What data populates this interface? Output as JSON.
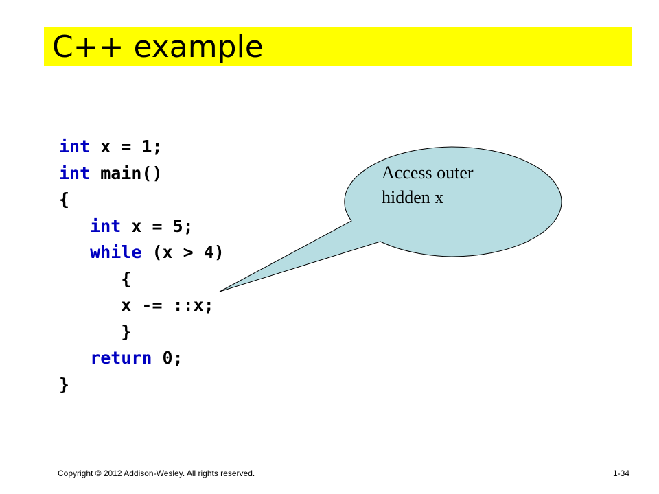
{
  "slide": {
    "title": "C++ example",
    "colors": {
      "title_background": "#ffff00",
      "keyword": "#0000c0",
      "callout_fill": "#b7dde2"
    }
  },
  "code": {
    "lines": [
      {
        "keyword": "int",
        "rest": " x = 1;"
      },
      {
        "keyword": "int",
        "rest": " main()"
      },
      {
        "keyword": "",
        "rest": "{"
      },
      {
        "keyword": "   int",
        "rest": " x = 5;"
      },
      {
        "keyword": "   while",
        "rest": " (x > 4)"
      },
      {
        "keyword": "",
        "rest": "      {"
      },
      {
        "keyword": "",
        "rest": "      x -= ::x;"
      },
      {
        "keyword": "",
        "rest": "      }"
      },
      {
        "keyword": "   return",
        "rest": " 0;"
      },
      {
        "keyword": "",
        "rest": "}"
      }
    ]
  },
  "callout": {
    "lines": [
      "Access outer",
      "hidden x"
    ]
  },
  "footer": {
    "copyright": "Copyright © 2012 Addison-Wesley. All rights reserved.",
    "page_number": "1-34"
  }
}
